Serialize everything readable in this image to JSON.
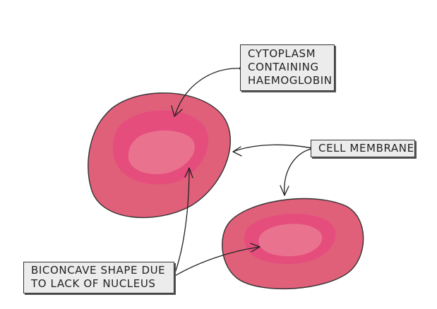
{
  "labels": {
    "cytoplasm": {
      "line1": "CYTOPLASM",
      "line2": "CONTAINING",
      "line3": "HAEMOGLOBIN"
    },
    "membrane": {
      "line1": "CELL MEMBRANE"
    },
    "biconcave": {
      "line1": "BICONCAVE SHAPE DUE",
      "line2": "TO LACK OF NUCLEUS"
    }
  },
  "colors": {
    "cell_outer": "#e0607a",
    "cell_outline": "#333333",
    "cell_middle": "#e54d7d",
    "cell_center": "#e9738f",
    "label_background": "#ececec",
    "arrow": "#222222"
  }
}
